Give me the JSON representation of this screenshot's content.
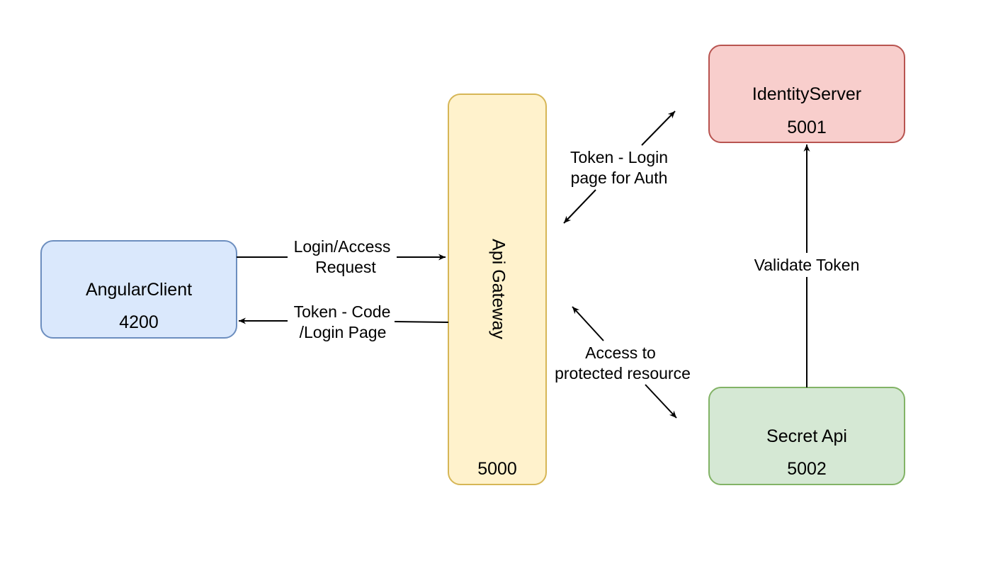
{
  "colors": {
    "angular_fill": "#dae8fc",
    "angular_stroke": "#6c8ebf",
    "gateway_fill": "#fff2cc",
    "gateway_stroke": "#d6b656",
    "identity_fill": "#f8cecc",
    "identity_stroke": "#b85450",
    "secret_fill": "#d5e8d4",
    "secret_stroke": "#82b366",
    "edge": "#000000",
    "background": "#ffffff"
  },
  "nodes": {
    "angular_client": {
      "name": "AngularClient",
      "port": "4200"
    },
    "api_gateway": {
      "name": "Api Gateway",
      "port": "5000"
    },
    "identity_server": {
      "name": "IdentityServer",
      "port": "5001"
    },
    "secret_api": {
      "name": "Secret Api",
      "port": "5002"
    }
  },
  "edges": {
    "login_request": {
      "line1": "Login/Access",
      "line2": "Request"
    },
    "token_code": {
      "line1": "Token - Code",
      "line2": "/Login Page"
    },
    "token_login": {
      "line1": "Token - Login",
      "line2": "page for Auth"
    },
    "access_protected": {
      "line1": "Access to",
      "line2": "protected resource"
    },
    "validate_token": {
      "line1": "Validate Token"
    }
  }
}
